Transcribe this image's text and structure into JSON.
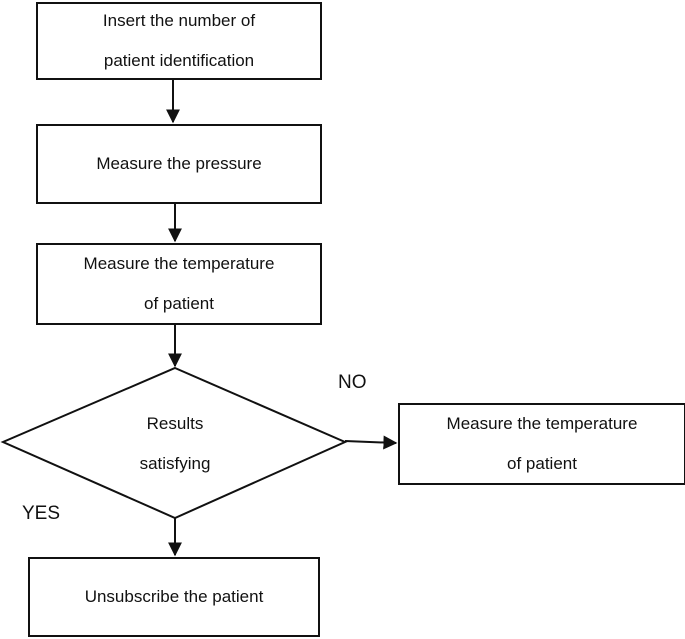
{
  "steps": {
    "identify": {
      "line1": "Insert the number of",
      "line2": "patient identification"
    },
    "pressure": {
      "line1": "Measure the pressure"
    },
    "temperature": {
      "line1": "Measure the temperature",
      "line2": "of patient"
    },
    "decision": {
      "line1": "Results",
      "line2": "satisfying"
    },
    "remeasure": {
      "line1": "Measure the temperature",
      "line2": "of patient"
    },
    "unsubscribe": {
      "line1": "Unsubscribe the patient"
    }
  },
  "branches": {
    "no": "NO",
    "yes": "YES"
  }
}
